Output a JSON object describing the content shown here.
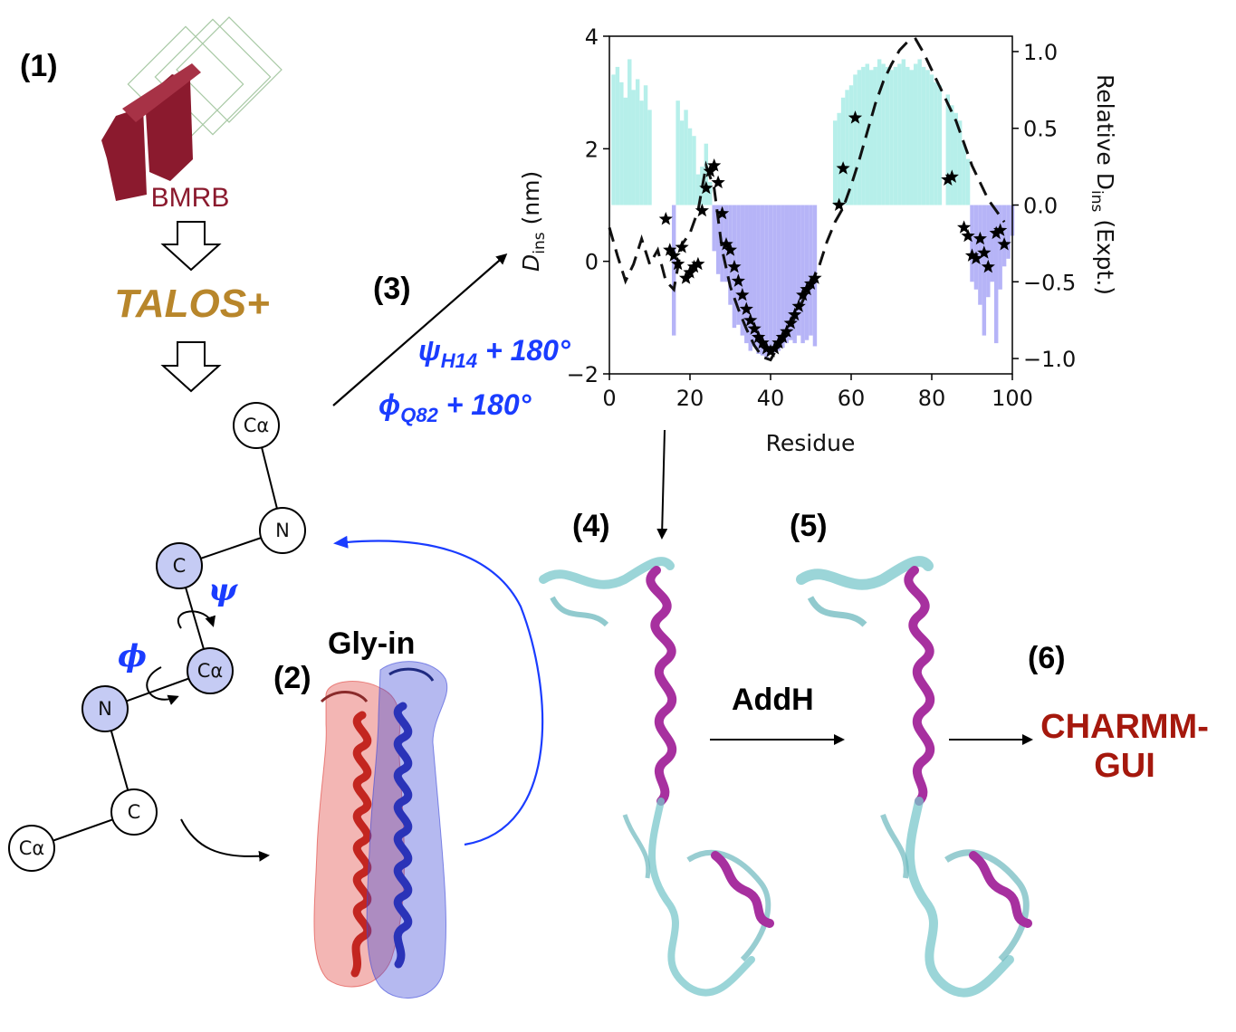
{
  "steps": {
    "s1": "(1)",
    "s2": "(2)",
    "s3": "(3)",
    "s4": "(4)",
    "s5": "(5)",
    "s6": "(6)"
  },
  "logo": {
    "text": "BMRB"
  },
  "talos": "TALOS+",
  "gly_in": "Gly-in",
  "addh": "AddH",
  "charmm": {
    "line1": "CHARMM-",
    "line2": "GUI"
  },
  "rotations": {
    "psi": {
      "sym": "ψ",
      "sub": "H14",
      "rest": " + 180°"
    },
    "phi": {
      "sym": "ϕ",
      "sub": "Q82",
      "rest": " + 180°"
    }
  },
  "backbone": {
    "atoms": [
      "Cα",
      "N",
      "C",
      "Cα",
      "N",
      "C",
      "Cα"
    ],
    "psi": "ψ",
    "phi": "ϕ"
  },
  "colors": {
    "talos": "#b8862b",
    "charmm": "#a5180d",
    "blue": "#1a3cff",
    "bmrb": "#8b1a2e",
    "atom_fill": "#c5cbf4",
    "cyan_bar": "#b6efea",
    "violet_bar": "#b6b4f7",
    "helix_magenta": "#a7309f",
    "gly_red": "#e0403a",
    "gly_blue": "#3c47d8"
  },
  "chart_data": {
    "type": "bar+line+scatter",
    "xlabel": "Residue",
    "ylabel_left": {
      "main": "D",
      "sub": "ins",
      "unit": " (nm)"
    },
    "ylabel_right": {
      "main": "Relative D",
      "sub": "ins",
      "unit": " (Expt.)"
    },
    "xlim": [
      0,
      100
    ],
    "ylim_left": [
      -2,
      4
    ],
    "ylim_right": [
      -1.1,
      1.1
    ],
    "xticks": [
      "0",
      "20",
      "40",
      "60",
      "80",
      "100"
    ],
    "yticks_left": [
      "−2",
      "0",
      "2",
      "4"
    ],
    "yticks_right": [
      "−1.0",
      "−0.5",
      "0.0",
      "0.5",
      "1.0"
    ],
    "bars_relative_expt": {
      "residues": [
        1,
        2,
        3,
        4,
        5,
        6,
        7,
        8,
        9,
        10,
        16,
        17,
        18,
        19,
        20,
        21,
        22,
        23,
        24,
        25,
        26,
        27,
        28,
        29,
        30,
        31,
        32,
        33,
        34,
        35,
        36,
        37,
        38,
        39,
        40,
        41,
        42,
        43,
        44,
        45,
        46,
        47,
        48,
        49,
        50,
        51,
        56,
        57,
        58,
        59,
        60,
        61,
        62,
        63,
        64,
        65,
        66,
        67,
        68,
        69,
        70,
        71,
        72,
        73,
        74,
        75,
        76,
        77,
        78,
        79,
        80,
        81,
        82,
        84,
        85,
        86,
        87,
        88,
        89,
        90,
        91,
        92,
        93,
        94,
        95,
        96,
        97,
        98,
        99,
        100
      ],
      "values": [
        0.85,
        0.9,
        0.8,
        0.7,
        0.95,
        0.75,
        0.82,
        0.68,
        0.78,
        0.62,
        -0.85,
        0.68,
        0.55,
        0.62,
        0.5,
        0.45,
        0.2,
        0.25,
        0.4,
        0.15,
        -0.3,
        -0.45,
        -0.5,
        -0.5,
        -0.65,
        -0.8,
        -0.78,
        -0.85,
        -0.9,
        -0.95,
        -0.92,
        -0.97,
        -0.98,
        -1.0,
        -0.97,
        -0.96,
        -0.95,
        -0.93,
        -0.9,
        -0.88,
        -0.9,
        -0.85,
        -0.9,
        -0.88,
        -0.85,
        -0.92,
        0.55,
        0.6,
        0.7,
        0.75,
        0.78,
        0.85,
        0.88,
        0.9,
        0.92,
        0.88,
        0.9,
        0.95,
        0.92,
        0.9,
        0.88,
        0.9,
        0.92,
        0.95,
        0.9,
        0.88,
        0.92,
        0.95,
        0.9,
        0.88,
        0.85,
        0.8,
        0.78,
        0.72,
        0.65,
        0.6,
        0.55,
        0.4,
        0.3,
        -0.5,
        -0.55,
        -0.65,
        -0.85,
        -0.6,
        -0.5,
        -0.9,
        -0.55,
        -0.4,
        -0.35,
        -0.2
      ]
    },
    "dashed_line_dins": {
      "x": [
        0,
        2,
        4,
        6,
        8,
        10,
        12,
        14,
        16,
        18,
        20,
        22,
        24,
        26,
        28,
        30,
        32,
        34,
        36,
        38,
        40,
        42,
        44,
        46,
        48,
        50,
        52,
        54,
        56,
        58,
        60,
        62,
        64,
        66,
        68,
        70,
        72,
        74,
        76,
        78,
        80,
        82,
        84,
        86,
        88,
        90,
        92,
        94,
        96,
        98
      ],
      "y": [
        0.6,
        0.1,
        -0.35,
        -0.05,
        0.4,
        -0.05,
        0.2,
        -0.35,
        -0.5,
        0.3,
        0.5,
        0.9,
        1.7,
        1.3,
        0.2,
        -0.45,
        -0.85,
        -1.2,
        -1.5,
        -1.7,
        -1.75,
        -1.5,
        -1.25,
        -1.0,
        -0.7,
        -0.4,
        -0.1,
        0.35,
        0.7,
        0.95,
        1.35,
        1.8,
        2.3,
        2.8,
        3.2,
        3.5,
        3.75,
        3.9,
        3.95,
        3.7,
        3.4,
        3.1,
        2.8,
        2.5,
        2.1,
        1.7,
        1.4,
        1.1,
        0.9,
        0.7
      ]
    },
    "stars_dins": {
      "x": [
        14,
        15,
        16,
        17,
        18,
        19,
        20,
        21,
        22,
        23,
        24,
        25,
        26,
        27,
        28,
        29,
        30,
        31,
        32,
        33,
        34,
        35,
        36,
        37,
        38,
        39,
        40,
        41,
        42,
        43,
        44,
        45,
        46,
        47,
        48,
        49,
        50,
        51,
        57,
        58,
        61,
        84,
        85,
        88,
        89,
        90,
        91,
        92,
        93,
        94,
        96,
        97,
        98
      ],
      "y": [
        0.75,
        0.2,
        0.1,
        -0.05,
        0.25,
        -0.3,
        -0.2,
        -0.1,
        -0.05,
        0.9,
        1.3,
        1.6,
        1.7,
        1.4,
        0.85,
        0.3,
        0.2,
        -0.1,
        -0.35,
        -0.6,
        -0.85,
        -1.05,
        -1.2,
        -1.35,
        -1.45,
        -1.55,
        -1.6,
        -1.55,
        -1.45,
        -1.35,
        -1.25,
        -1.1,
        -0.95,
        -0.8,
        -0.6,
        -0.5,
        -0.4,
        -0.3,
        1.0,
        1.65,
        2.55,
        1.45,
        1.5,
        0.6,
        0.45,
        0.1,
        0.05,
        0.4,
        0.15,
        -0.1,
        0.5,
        0.55,
        0.3
      ]
    }
  }
}
